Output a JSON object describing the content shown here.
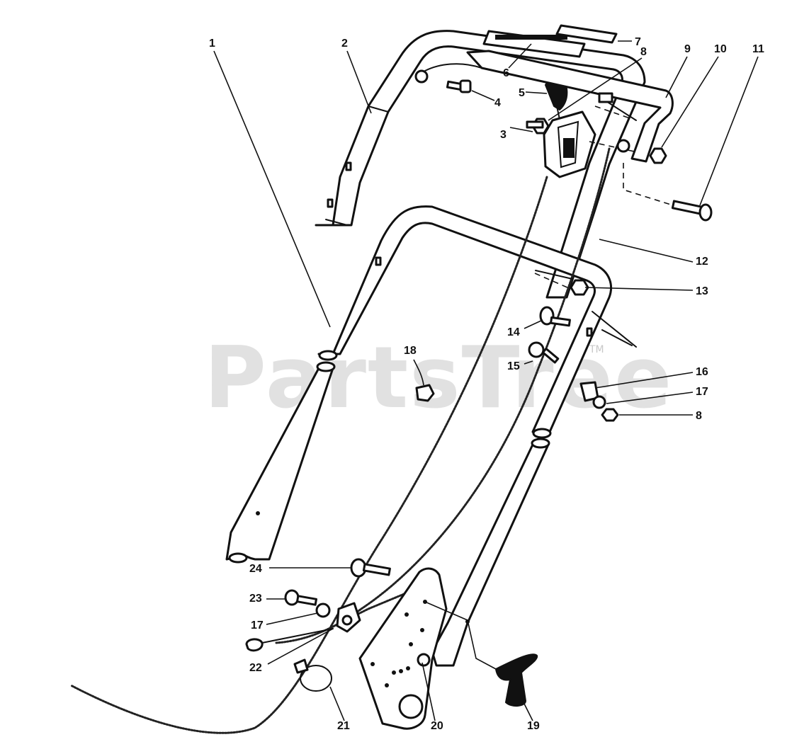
{
  "watermark": "PartsTree",
  "watermark_mark": "TM",
  "callouts": [
    {
      "id": "1",
      "label": "1"
    },
    {
      "id": "2",
      "label": "2"
    },
    {
      "id": "3",
      "label": "3"
    },
    {
      "id": "4",
      "label": "4"
    },
    {
      "id": "5",
      "label": "5"
    },
    {
      "id": "6",
      "label": "6"
    },
    {
      "id": "7",
      "label": "7"
    },
    {
      "id": "8a",
      "label": "8"
    },
    {
      "id": "9",
      "label": "9"
    },
    {
      "id": "10",
      "label": "10"
    },
    {
      "id": "11",
      "label": "11"
    },
    {
      "id": "12",
      "label": "12"
    },
    {
      "id": "13",
      "label": "13"
    },
    {
      "id": "14",
      "label": "14"
    },
    {
      "id": "15",
      "label": "15"
    },
    {
      "id": "16",
      "label": "16"
    },
    {
      "id": "17a",
      "label": "17"
    },
    {
      "id": "8b",
      "label": "8"
    },
    {
      "id": "18",
      "label": "18"
    },
    {
      "id": "24",
      "label": "24"
    },
    {
      "id": "23",
      "label": "23"
    },
    {
      "id": "17b",
      "label": "17"
    },
    {
      "id": "22",
      "label": "22"
    },
    {
      "id": "21",
      "label": "21"
    },
    {
      "id": "20",
      "label": "20"
    },
    {
      "id": "19",
      "label": "19"
    }
  ]
}
